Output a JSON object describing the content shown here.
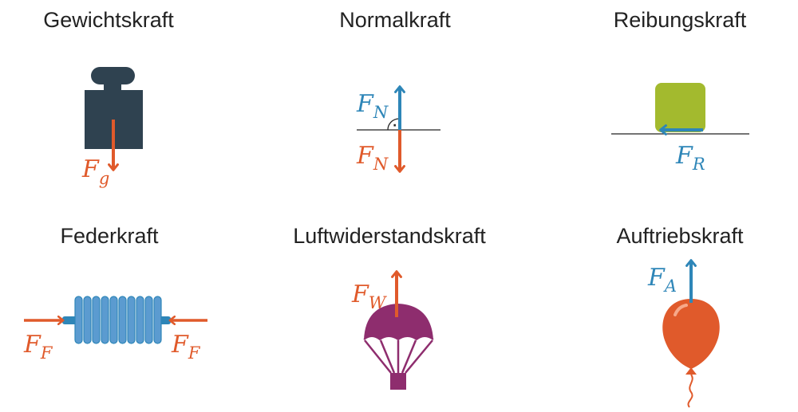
{
  "colors": {
    "orange": "#e05a2b",
    "blue": "#2e86b8",
    "dark": "#2f4250",
    "green": "#a3ba2e",
    "purple": "#8e2d6e",
    "spring": "#5b9bd0",
    "line": "#222222"
  },
  "panels": {
    "gewicht": {
      "title": "Gewichtskraft",
      "force": {
        "symbol": "F",
        "subscript": "g"
      }
    },
    "normal": {
      "title": "Normalkraft",
      "force_up": {
        "symbol": "F",
        "subscript": "N"
      },
      "force_down": {
        "symbol": "F",
        "subscript": "N"
      },
      "right_angle_mark": "·"
    },
    "reibung": {
      "title": "Reibungskraft",
      "force": {
        "symbol": "F",
        "subscript": "R"
      }
    },
    "feder": {
      "title": "Federkraft",
      "force_left": {
        "symbol": "F",
        "subscript": "F"
      },
      "force_right": {
        "symbol": "F",
        "subscript": "F"
      }
    },
    "luft": {
      "title": "Luftwiderstandskraft",
      "force": {
        "symbol": "F",
        "subscript": "W"
      }
    },
    "auftrieb": {
      "title": "Auftriebskraft",
      "force": {
        "symbol": "F",
        "subscript": "A"
      }
    }
  }
}
